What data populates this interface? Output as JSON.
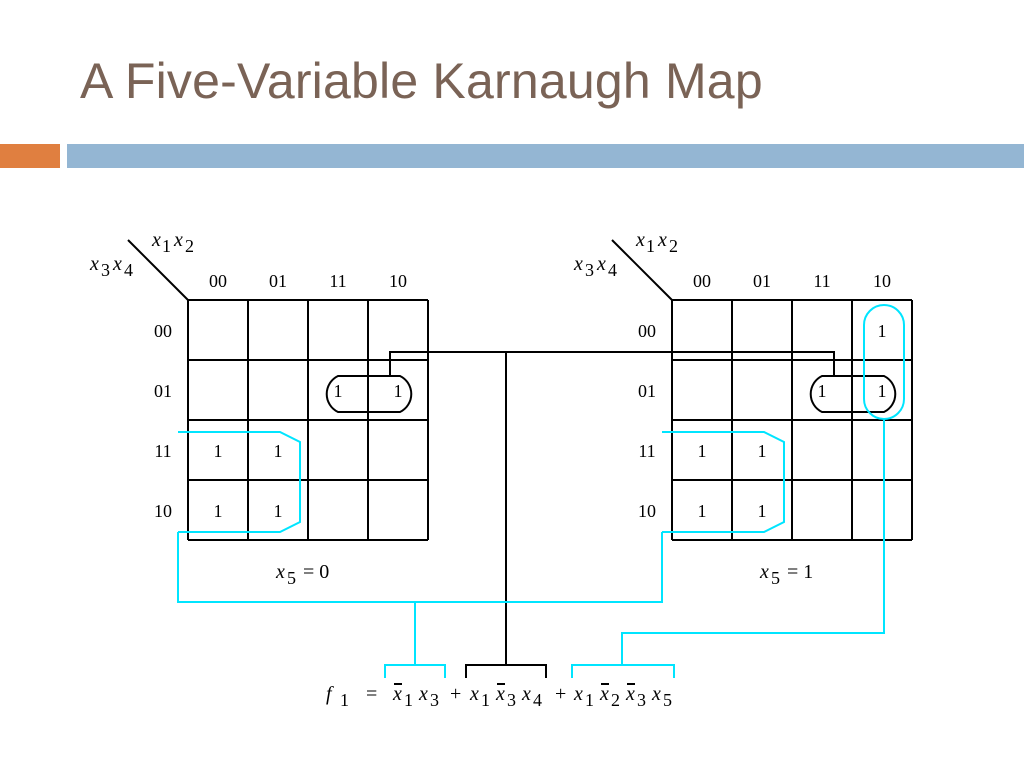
{
  "slide": {
    "title": "A Five-Variable Karnaugh Map",
    "colors": {
      "title": "#7a6356",
      "accent_bar": "#e07f40",
      "main_bar": "#94b6d3",
      "highlight": "#00e5ff",
      "ink": "#000000"
    }
  },
  "kmap": {
    "row_variables": [
      "x",
      "3",
      "x",
      "4"
    ],
    "col_variables": [
      "x",
      "1",
      "x",
      "2"
    ],
    "col_labels": [
      "00",
      "01",
      "11",
      "10"
    ],
    "row_labels": [
      "00",
      "01",
      "11",
      "10"
    ],
    "one": "1",
    "left": {
      "condition": [
        "x",
        "5",
        "= 0"
      ],
      "cells": [
        [
          "",
          "",
          "",
          ""
        ],
        [
          "",
          "",
          "1",
          "1"
        ],
        [
          "1",
          "1",
          "",
          ""
        ],
        [
          "1",
          "1",
          "",
          ""
        ]
      ]
    },
    "right": {
      "condition": [
        "x",
        "5",
        "= 1"
      ],
      "cells": [
        [
          "",
          "",
          "",
          "1"
        ],
        [
          "",
          "",
          "1",
          "1"
        ],
        [
          "1",
          "1",
          "",
          ""
        ],
        [
          "1",
          "1",
          "",
          ""
        ]
      ]
    }
  },
  "equation": {
    "f": "f",
    "f_sub": "1",
    "eq": "=",
    "plus": "+",
    "term1": [
      {
        "v": "x",
        "s": "1",
        "bar": true
      },
      {
        "v": "x",
        "s": "3",
        "bar": false
      }
    ],
    "term2": [
      {
        "v": "x",
        "s": "1",
        "bar": false
      },
      {
        "v": "x",
        "s": "3",
        "bar": true
      },
      {
        "v": "x",
        "s": "4",
        "bar": false
      }
    ],
    "term3": [
      {
        "v": "x",
        "s": "1",
        "bar": false
      },
      {
        "v": "x",
        "s": "2",
        "bar": true
      },
      {
        "v": "x",
        "s": "3",
        "bar": true
      },
      {
        "v": "x",
        "s": "5",
        "bar": false
      }
    ]
  }
}
